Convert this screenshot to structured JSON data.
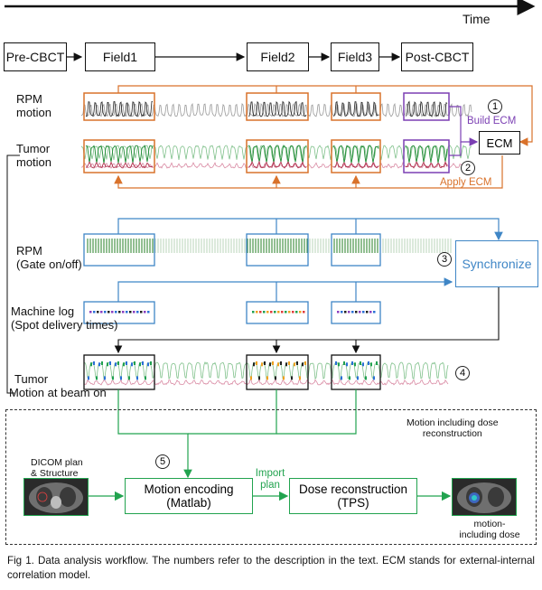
{
  "time_label": "Time",
  "stages": [
    "Pre-CBCT",
    "Field1",
    "Field2",
    "Field3",
    "Post-CBCT"
  ],
  "row_labels": {
    "rpm_motion": [
      "RPM",
      "motion"
    ],
    "tumor_motion": [
      "Tumor",
      "motion"
    ],
    "rpm_gate": [
      "RPM",
      "(Gate on/off)"
    ],
    "machine_log": [
      "Machine log",
      "(Spot delivery times)"
    ],
    "tumor_beam": [
      "Tumor",
      "Motion at beam on"
    ]
  },
  "ecm": {
    "box_label": "ECM",
    "build_label": "Build ECM",
    "apply_label": "Apply ECM"
  },
  "synchronize_label": "Synchronize",
  "numbers": [
    "1",
    "2",
    "3",
    "4",
    "5"
  ],
  "dose_section": {
    "note": [
      "Motion including dose",
      "reconstruction"
    ],
    "dicom_label": [
      "DICOM plan",
      "& Structure"
    ],
    "motion_encoding": [
      "Motion encoding",
      "(Matlab)"
    ],
    "import_plan": [
      "Import",
      "plan"
    ],
    "dose_reconstruction": [
      "Dose reconstruction",
      "(TPS)"
    ],
    "output_label": [
      "motion-",
      "including dose"
    ]
  },
  "caption": "Fig 1. Data analysis workflow. The numbers refer to the description in the text. ECM stands for external-internal correlation model.",
  "colors": {
    "orange": "#d9722b",
    "purple": "#7b3fb3",
    "blue": "#3f86c6",
    "green": "#22a34f",
    "grey": "#8c8c8c"
  }
}
